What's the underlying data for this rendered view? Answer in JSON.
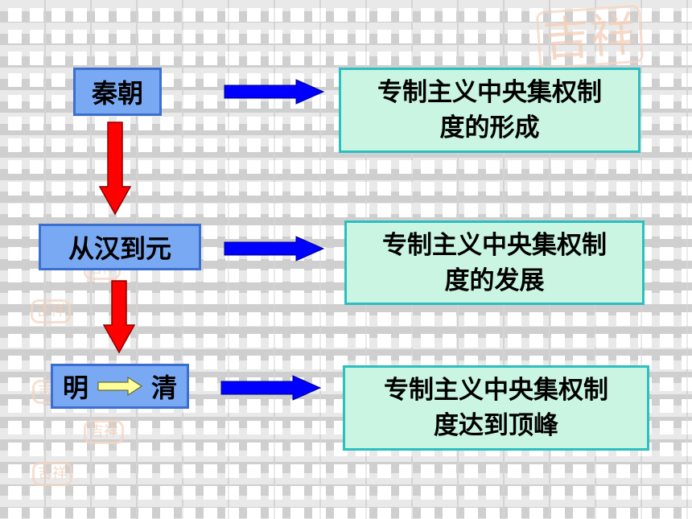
{
  "eras": [
    {
      "label": "秦朝"
    },
    {
      "label": "从汉到元"
    },
    {
      "label_left": "明",
      "label_right": "清"
    }
  ],
  "results": [
    {
      "line1": "专制主义中央集权制",
      "line2": "度的形成"
    },
    {
      "line1": "专制主义中央集权制",
      "line2": "度的发展"
    },
    {
      "line1": "专制主义中央集权制",
      "line2": "度达到顶峰"
    }
  ],
  "decor": {
    "seal_text": "吉祥"
  },
  "colors": {
    "era_fill": "#7aa9f3",
    "era_border": "#3b6fcf",
    "result_fill": "#c9f5e2",
    "result_border": "#2bbfbf",
    "down_arrow": "#ff0000",
    "right_arrow": "#0000ff",
    "small_arrow": "#ffff99"
  }
}
